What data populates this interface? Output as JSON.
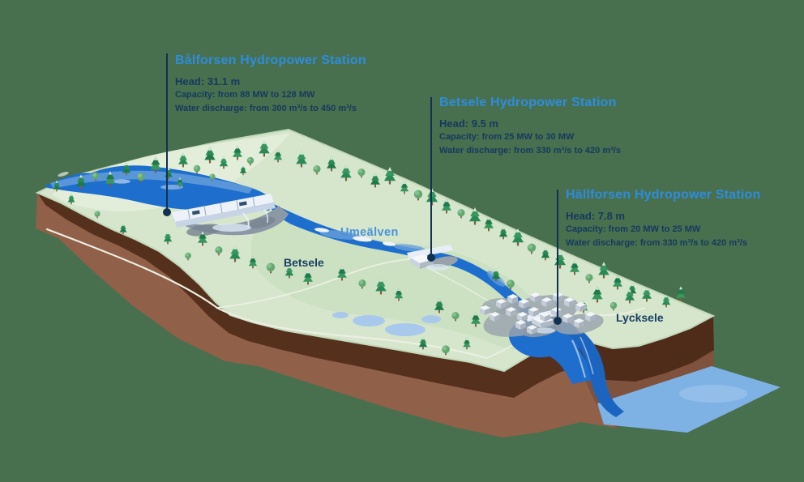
{
  "background_color": "#48704f",
  "colors": {
    "accent_blue": "#2f8cdb",
    "text_navy": "#15395d",
    "river_blue": "#1e6ecd",
    "leader_line": "#12314f"
  },
  "stations": [
    {
      "id": "balforsen",
      "title": "Bålforsen Hydropower Station",
      "head": "Head: 31.1 m",
      "capacity": "Capacity: from 88 MW to 128 MW",
      "discharge": "Water discharge: from 300 m³/s to 450 m³/s"
    },
    {
      "id": "betsele",
      "title": "Betsele Hydropower Station",
      "head": "Head: 9.5 m",
      "capacity": "Capacity: from 25 MW to 30 MW",
      "discharge": "Water discharge: from 330 m³/s to 420 m³/s"
    },
    {
      "id": "hallforsen",
      "title": "Hällforsen Hydropower Station",
      "head": "Head: 7.8 m",
      "capacity": "Capacity: from 20 MW to 25 MW",
      "discharge": "Water discharge: from 330 m³/s to 420 m³/s"
    }
  ],
  "map_labels": {
    "river": "Umeälven",
    "town_betsele": "Betsele",
    "town_lycksele": "Lycksele"
  }
}
